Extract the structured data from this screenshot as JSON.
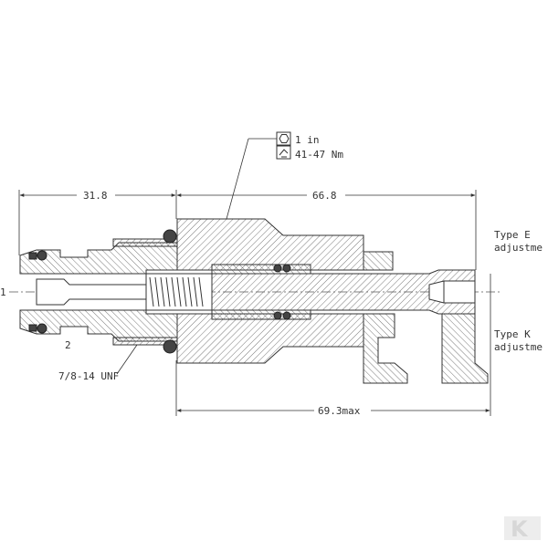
{
  "spec": {
    "hex_size": "1 in",
    "torque": "41-47 Nm"
  },
  "dimensions": {
    "left_length": "31.8",
    "right_length": "66.8",
    "overall_max": "69.3max"
  },
  "thread": "7/8-14 UNF",
  "ports": {
    "port1": "1",
    "port2": "2"
  },
  "adjustments": {
    "type_e_1": "Type E",
    "type_e_2": "adjustme",
    "type_k_1": "Type K",
    "type_k_2": "adjustme"
  },
  "logo": "K",
  "colors": {
    "line": "#333333",
    "hatch": "#555555",
    "watermark": "#e6e6e6"
  }
}
